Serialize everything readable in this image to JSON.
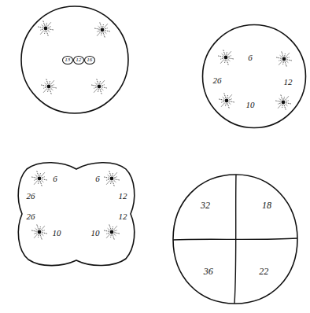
{
  "diagram": {
    "nodes": [
      {
        "text": [
          "13"
        ]
      },
      {
        "text": [
          "12"
        ]
      },
      {
        "text": [
          "16"
        ]
      },
      {
        "text": [
          "6",
          "26",
          "12",
          "10"
        ]
      },
      {
        "text": [
          "6",
          "6",
          "26",
          "12",
          "26",
          "12",
          "10",
          "10"
        ]
      },
      {
        "text": [
          "32"
        ]
      },
      {
        "text": [
          "18"
        ]
      },
      {
        "text": [
          "36"
        ]
      },
      {
        "text": [
          "22"
        ]
      }
    ]
  }
}
